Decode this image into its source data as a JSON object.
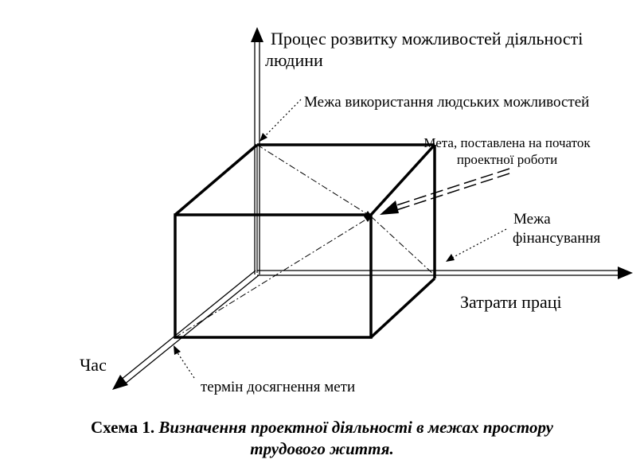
{
  "labels": {
    "vertical_axis_line1": "Процес розвитку можливостей діяльності",
    "vertical_axis_line2": "людини",
    "horizontal_axis": "Затрати праці",
    "depth_axis": "Час",
    "human_limit": "Межа використання людських можливостей",
    "goal_line1": "Мета, поставлена на початок",
    "goal_line2": "проектної роботи",
    "finance_line1": "Межа",
    "finance_line2": "фінансування",
    "deadline": "термін досягнення мети"
  },
  "caption": {
    "prefix": "Схема 1.",
    "line1": "Визначення проектної діяльності в межах простору",
    "line2": "трудового життя."
  }
}
